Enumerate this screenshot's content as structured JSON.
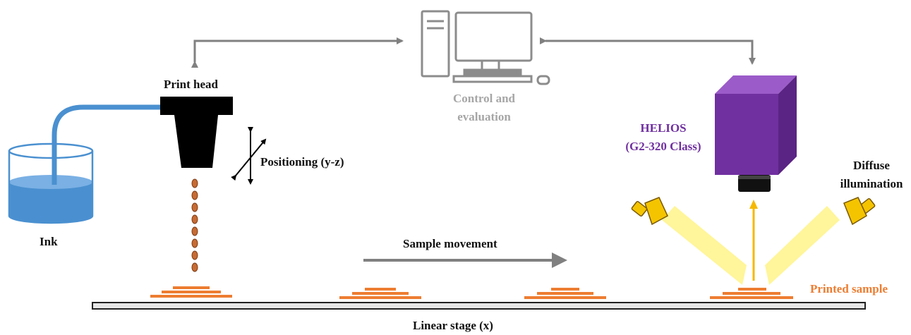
{
  "labels": {
    "print_head": "Print head",
    "ink": "Ink",
    "positioning": "Positioning (y-z)",
    "control_line1": "Control and",
    "control_line2": "evaluation",
    "camera_line1": "HELIOS",
    "camera_line2": "(G2-320 Class)",
    "illumination_line1": "Diffuse",
    "illumination_line2": "illumination",
    "sample_movement": "Sample movement",
    "printed_sample": "Printed sample",
    "linear_stage": "Linear stage (x)"
  },
  "colors": {
    "arrow_gray": "#808080",
    "ink_blue": "#4a90d0",
    "camera_purple": "#7030a0",
    "sample_orange": "#ed7d31",
    "lamp_yellow": "#f5c400",
    "light_beam": "#fff59a",
    "control_text": "#a6a6a6",
    "camera_text": "#7030a0",
    "printed_sample_text": "#ed7d31"
  }
}
